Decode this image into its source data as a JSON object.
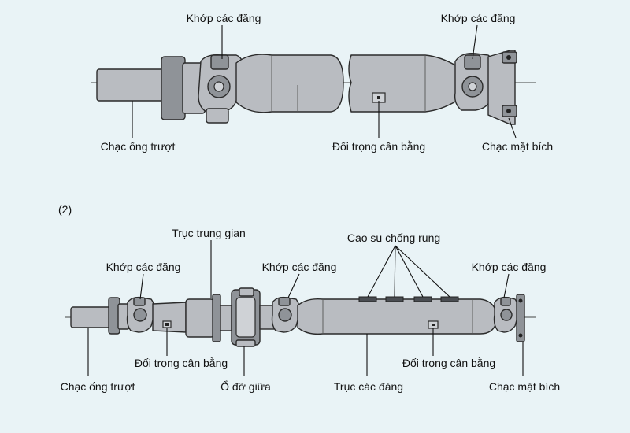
{
  "diagram1": {
    "labels": {
      "ujoint_left": "Khớp các đăng",
      "ujoint_right": "Khớp các đăng",
      "slip_yoke": "Chạc ống trượt",
      "balance_weight": "Đối trọng cân bằng",
      "flange_yoke": "Chạc mặt bích"
    }
  },
  "diagram2": {
    "number": "(2)",
    "labels": {
      "intermediate_shaft": "Trục trung gian",
      "anti_vibration_rubber": "Cao su chống rung",
      "ujoint_left": "Khớp các đăng",
      "ujoint_middle": "Khớp các đăng",
      "ujoint_right": "Khớp các đăng",
      "balance_weight_left": "Đối trọng cân bằng",
      "balance_weight_right": "Đối trọng cân bằng",
      "slip_yoke": "Chạc ống trượt",
      "center_bearing": "Ổ đỡ giữa",
      "propeller_shaft": "Trục các đăng",
      "flange_yoke": "Chạc mặt bích"
    }
  }
}
